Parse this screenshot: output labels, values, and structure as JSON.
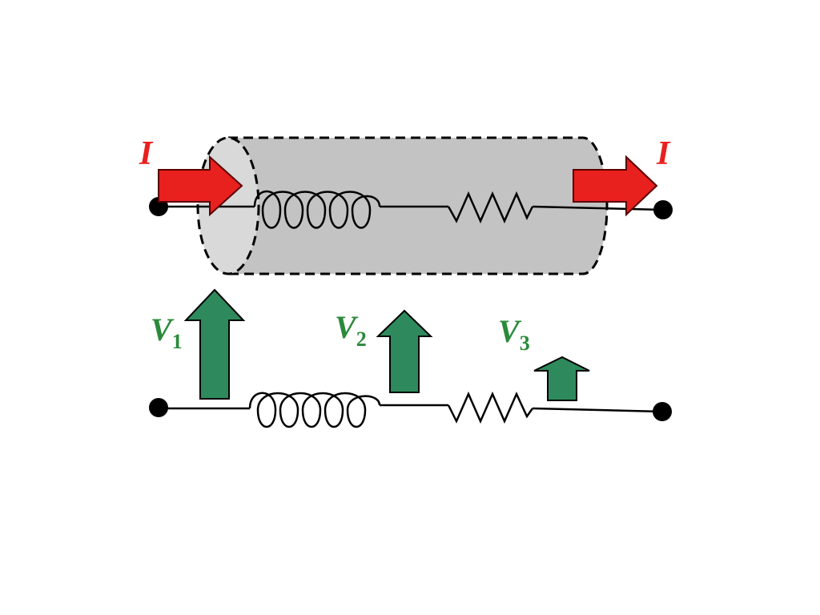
{
  "colors": {
    "current": "#e8201e",
    "current_stroke": "#5a0000",
    "voltage": "#2e8a5c",
    "voltage_text": "#2a8a3a",
    "cylinder_fill": "#c3c3c3",
    "cylinder_end": "#d9d9d9",
    "wire": "#000000"
  },
  "labels": {
    "current_in": "I",
    "current_out": "I",
    "v1": {
      "letter": "V",
      "sub": "1"
    },
    "v2": {
      "letter": "V",
      "sub": "2"
    },
    "v3": {
      "letter": "V",
      "sub": "3"
    }
  },
  "icons": {
    "inductor": "coil-icon",
    "resistor": "zigzag-resistor-icon",
    "terminal": "terminal-dot-icon"
  }
}
